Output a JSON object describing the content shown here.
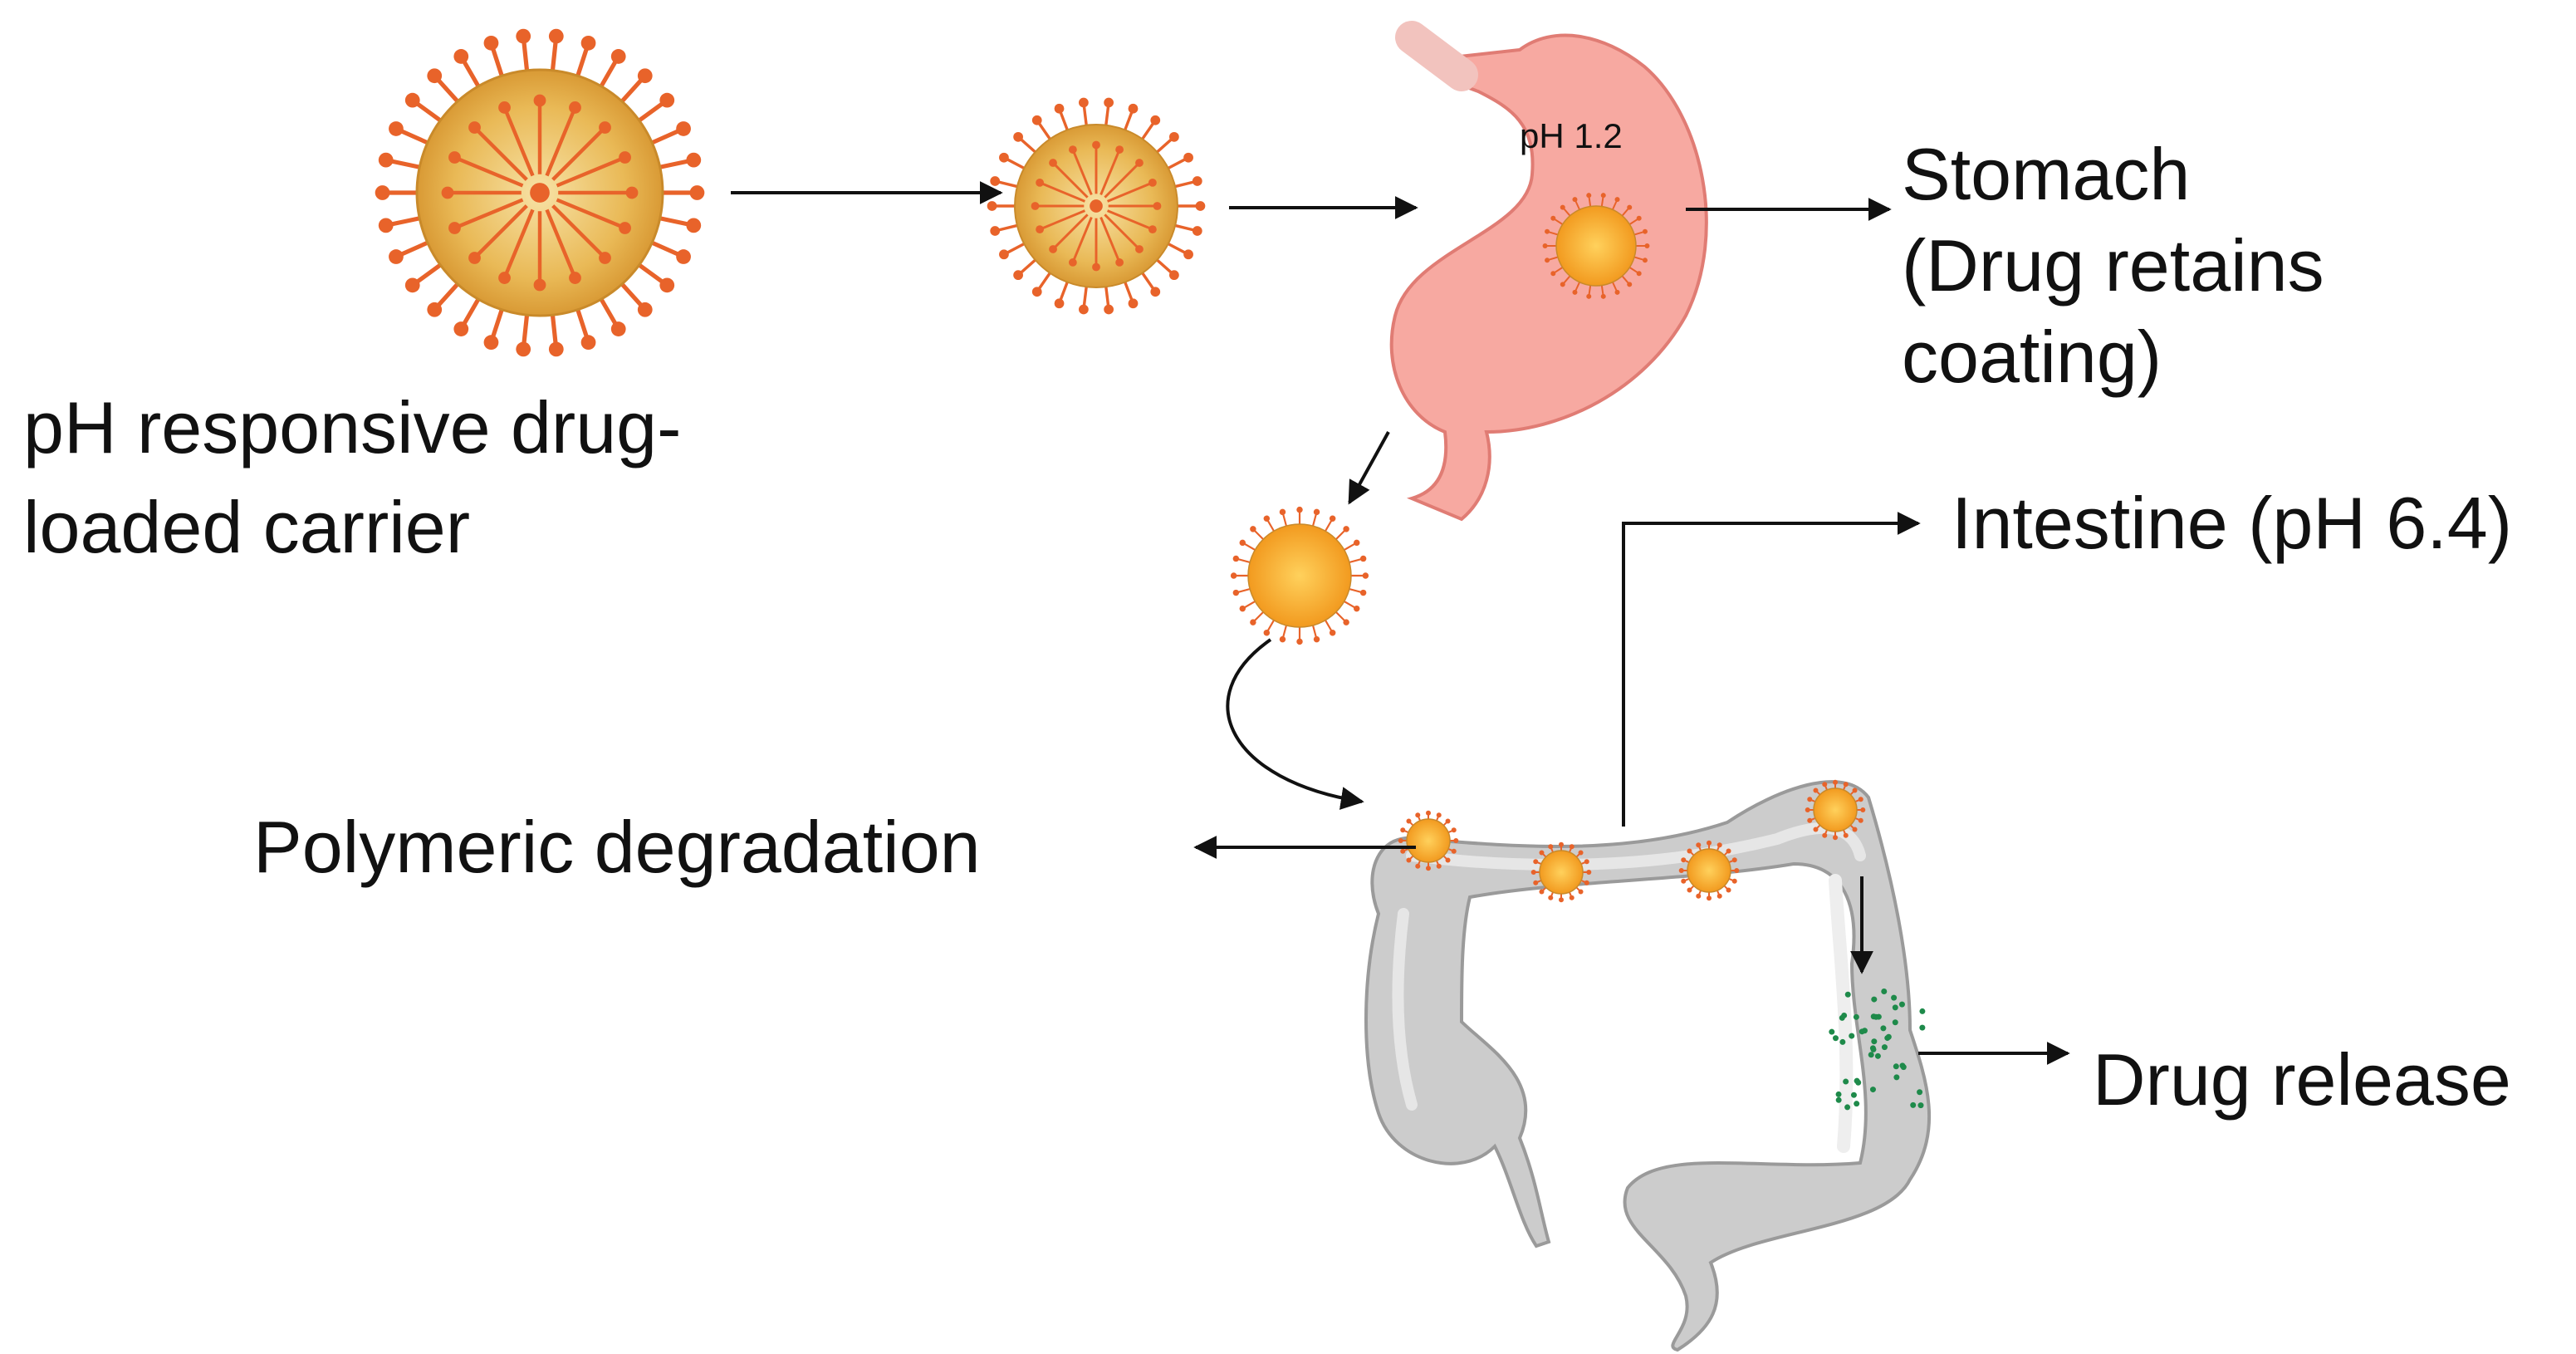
{
  "labels": {
    "carrier_line1": "pH responsive drug-",
    "carrier_line2": "loaded carrier",
    "stomach_ph": "pH 1.2",
    "stomach_line1": "Stomach",
    "stomach_line2": "(Drug retains",
    "stomach_line3": "coating)",
    "intestine": "Intestine (pH 6.4)",
    "degradation": "Polymeric degradation",
    "release": "Drug release"
  },
  "colors": {
    "particle_fill": "#e8b54a",
    "particle_core": "#f4d78a",
    "spike": "#e8632a",
    "small_particle_fill": "#f5a623",
    "stomach": "#f7a9a1",
    "stomach_outline": "#e07c74",
    "colon": "#c9c9c9",
    "colon_outline": "#9a9a9a",
    "drug_dots": "#1e8a4a",
    "arrow": "#111111"
  },
  "icons": {
    "carrier": "virus-like-nanoparticle-icon",
    "stomach": "stomach-icon",
    "colon": "large-intestine-icon"
  }
}
